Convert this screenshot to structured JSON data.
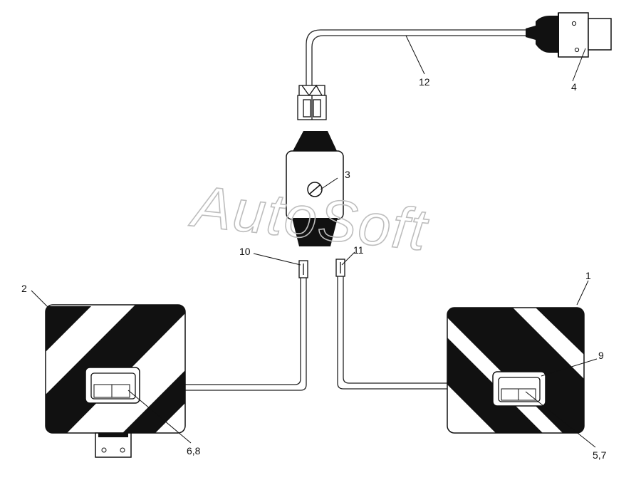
{
  "watermark": "AutoSoft",
  "callouts": {
    "c1": "1",
    "c2": "2",
    "c3": "3",
    "c4": "4",
    "c9": "9",
    "c10": "10",
    "c11": "11",
    "c12": "12",
    "c68": "6,8",
    "c57": "5,7"
  }
}
